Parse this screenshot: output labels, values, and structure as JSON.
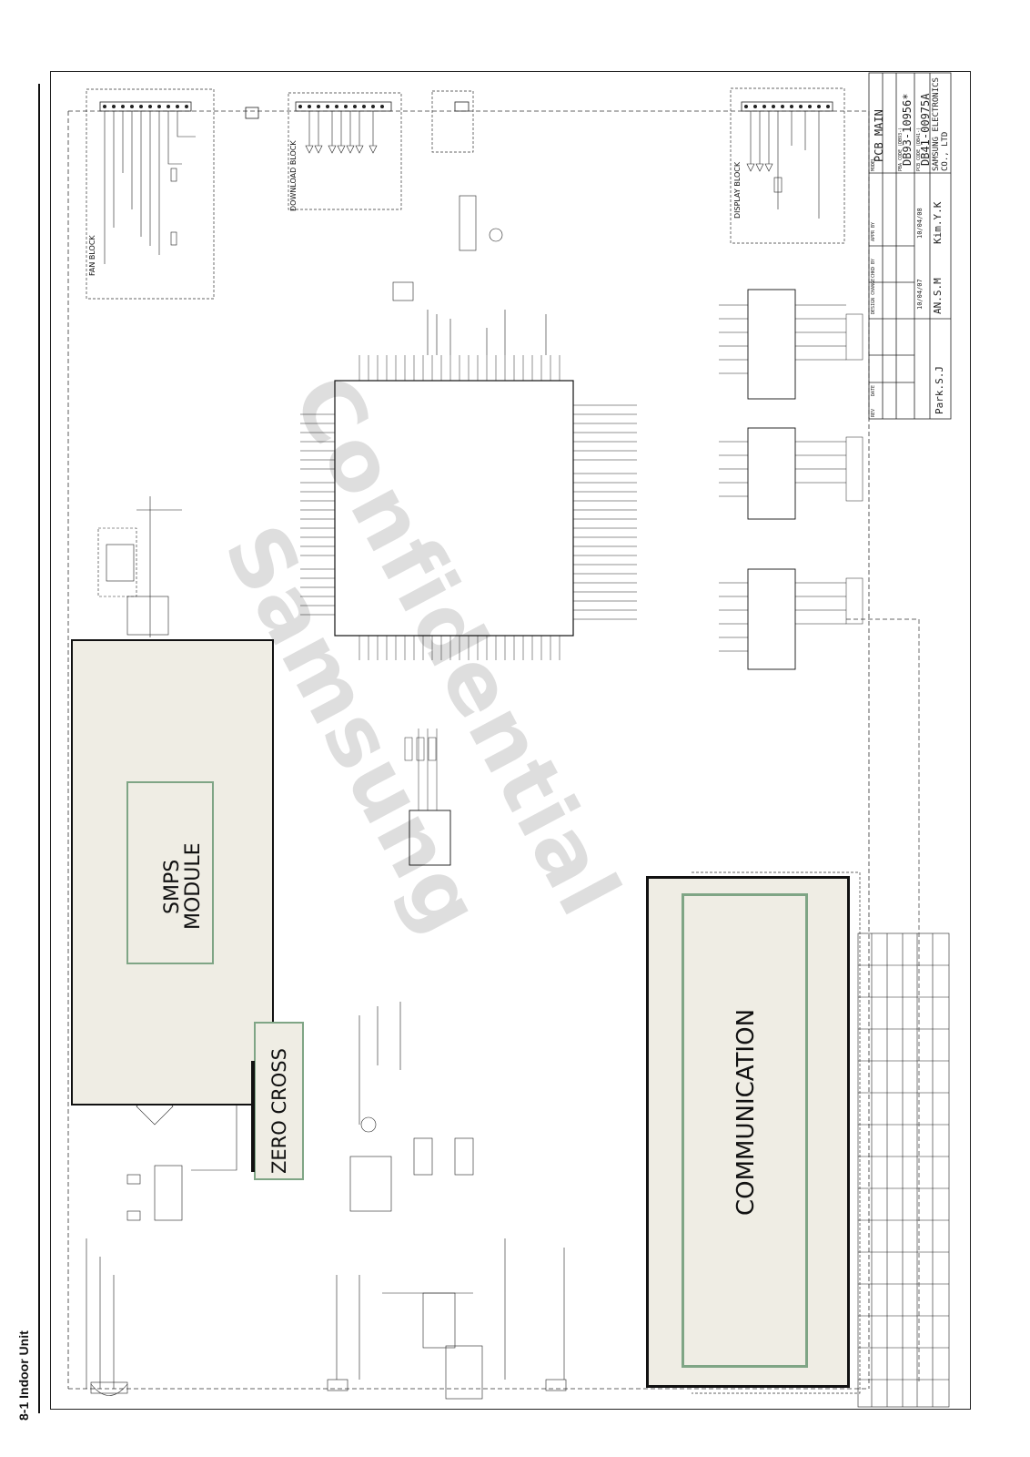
{
  "page_heading": "8-1 Indoor Unit",
  "modules": {
    "smps_line1": "SMPS",
    "smps_line2": "MODULE",
    "zero_cross": "ZERO CROSS",
    "communication": "COMMUNICATION"
  },
  "blocks": {
    "fan": "FAN BLOCK",
    "download": "DOWNLOAD BLOCK",
    "display": "DISPLAY BLOCK"
  },
  "title_block": {
    "model_label": "MODEL",
    "model": "PCB MAIN",
    "pba_code_label": "PBA CODE (DB93-)",
    "pba_code": "DB93-10956*",
    "pcb_code_label": "PCB CODE (DB41-)",
    "pcb_code": "DB41-00975A",
    "company_line1": "SAMSUNG ELECTRONICS",
    "company_line2": "CO., LTD",
    "designed_by": "Park.S.J",
    "checked_by": "AN.S.M",
    "approved_by": "Kim.Y.K",
    "design_date": "10/04/07",
    "approve_date": "10/04/08",
    "header_rev": "REV",
    "header_date": "DATE",
    "header_change": "DESIGN CHANGE",
    "header_chkd": "CHKD BY",
    "header_appr": "APPR BY"
  },
  "watermark": {
    "line1": "Confidential",
    "line2": "Samsung"
  },
  "colors": {
    "module_fill": "#efede4",
    "module_inner_border": "#7fa585",
    "frame": "#222222"
  }
}
